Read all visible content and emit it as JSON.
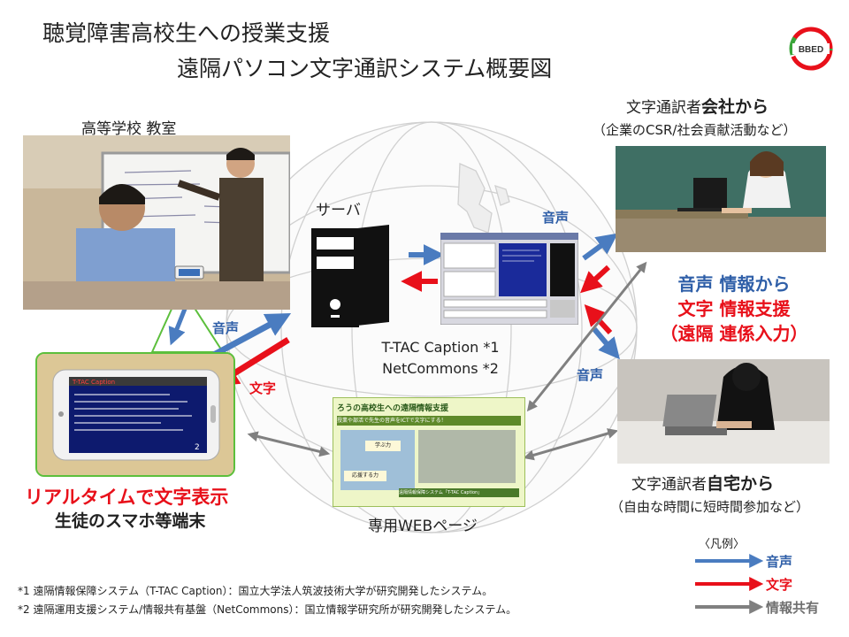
{
  "title": {
    "line1": "聴覚障害高校生への授業支援",
    "line2": "遠隔パソコン文字通訳システム概要図"
  },
  "logo": {
    "text": "BBED"
  },
  "classroom": {
    "label": "高等学校 教室"
  },
  "server": {
    "label": "サーバ"
  },
  "software": {
    "line1": "T-TAC Caption *1",
    "line2": "NetCommons *2"
  },
  "company": {
    "label_prefix": "文字通訳者",
    "label_emph": "会社から",
    "sub": "（企業のCSR/社会貢献活動など）"
  },
  "home": {
    "label_prefix": "文字通訳者",
    "label_emph": "自宅から",
    "sub": "（自由な時間に短時間参加など）"
  },
  "support": {
    "line1": "音声 情報から",
    "line2": "文字 情報支援",
    "line3": "（遠隔 連係入力）"
  },
  "student": {
    "line1": "リアルタイムで文字表示",
    "line2": "生徒のスマホ等端末"
  },
  "webpage": {
    "label": "専用WEBページ",
    "header": "ろうの高校生への遠隔情報支援",
    "subheader": "授業や部活で先生の音声をICTで文字にする！",
    "btn1": "学ぶ力",
    "btn2": "応援する力",
    "footer": "遠隔情報保障システム「T-TAC Caption」"
  },
  "phone": {
    "app_title": "T-TAC Caption",
    "page": "2"
  },
  "arrow_labels": {
    "voice_student": "音声",
    "text_student": "文字",
    "voice_company": "音声",
    "voice_home": "音声"
  },
  "legend": {
    "title": "〈凡例〉",
    "voice": "音声",
    "text": "文字",
    "share": "情報共有"
  },
  "footnotes": {
    "n1": "*1 遠隔情報保障システム（T-TAC Caption）：国立大学法人筑波技術大学が研究開発したシステム。",
    "n2": "*2 遠隔運用支援システム/情報共有基盤（NetCommons）：国立情報学研究所が研究開発したシステム。"
  },
  "colors": {
    "voice": "#4a7cc0",
    "text": "#e8101a",
    "share": "#808080",
    "green": "#5cbf3c"
  }
}
